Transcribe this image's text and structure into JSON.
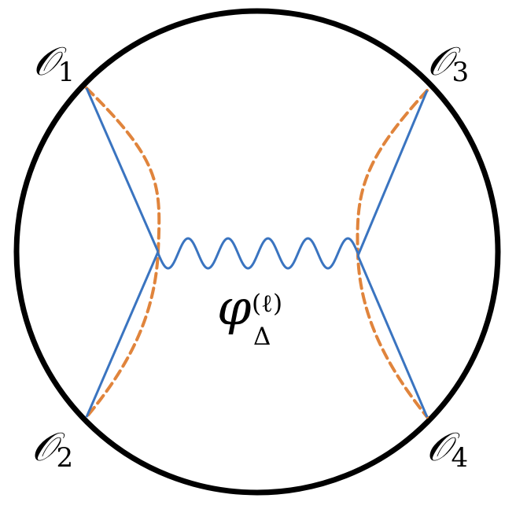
{
  "colors": {
    "boundary": "#000000",
    "solid_line": "#3a74c0",
    "dashed_line": "#e0843c",
    "wave": "#3a74c0"
  },
  "operators": [
    {
      "symbol": "𝒪",
      "index": "1"
    },
    {
      "symbol": "𝒪",
      "index": "2"
    },
    {
      "symbol": "𝒪",
      "index": "3"
    },
    {
      "symbol": "𝒪",
      "index": "4"
    }
  ],
  "exchange": {
    "symbol": "φ",
    "superscript": "(ℓ)",
    "subscript": "Δ"
  }
}
